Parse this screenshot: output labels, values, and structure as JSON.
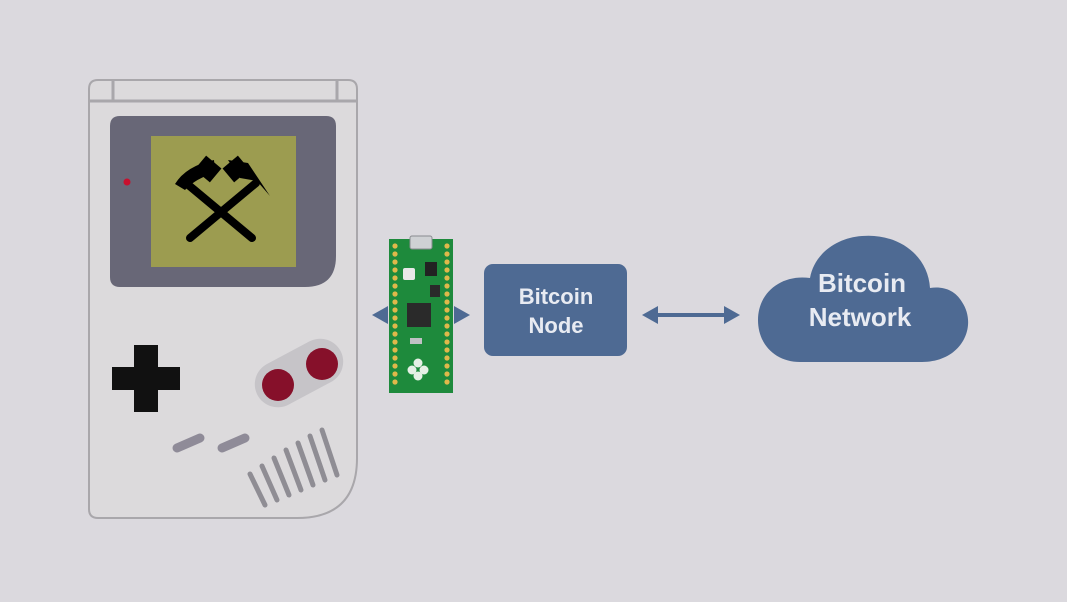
{
  "colors": {
    "background": "#dbd9de",
    "device_body": "#dcdadc",
    "device_outline": "#a9a7ab",
    "screen_bezel": "#686777",
    "screen": "#9c9c50",
    "power_led": "#c8102e",
    "dpad": "#111111",
    "buttons": "#86102a",
    "button_pad": "#c6c4c8",
    "pill_buttons": "#8f8b98",
    "speaker": "#8f8d94",
    "pcb": "#1e8a3c",
    "node_box": "#4e6a93",
    "cloud": "#4e6a93",
    "arrow": "#4e6a93",
    "label_text": "#e8ebf2"
  },
  "icons": {
    "screen_icon": "crossed-hammers-icon",
    "microcontroller": "raspberry-pi-pico-board"
  },
  "node": {
    "line1": "Bitcoin",
    "line2": "Node"
  },
  "network": {
    "line1": "Bitcoin",
    "line2": "Network"
  }
}
